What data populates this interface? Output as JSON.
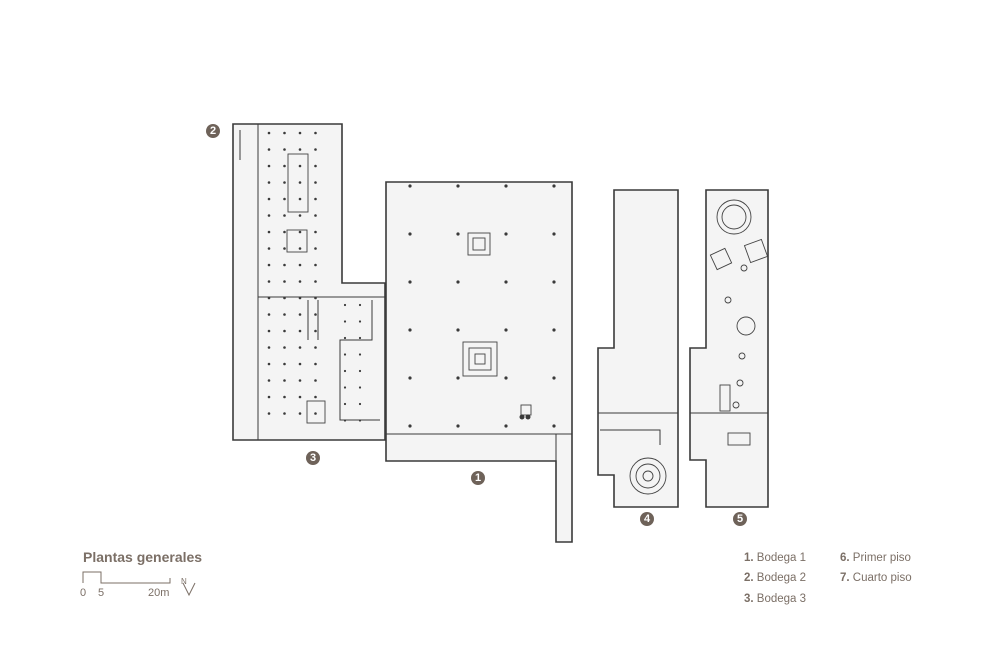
{
  "title": "Plantas generales",
  "scale": {
    "labels": [
      "0",
      "5",
      "20m"
    ]
  },
  "north_label": "N",
  "plan_markers": [
    "1",
    "2",
    "3",
    "4",
    "5"
  ],
  "legend": [
    {
      "num": "1.",
      "label": "Bodega 1"
    },
    {
      "num": "2.",
      "label": "Bodega 2"
    },
    {
      "num": "3.",
      "label": "Bodega 3"
    },
    {
      "num": "6.",
      "label": "Primer piso"
    },
    {
      "num": "7.",
      "label": "Cuarto piso"
    }
  ],
  "colors": {
    "text": "#7b6f66",
    "badge": "#6e6259",
    "line": "#3a3a3a"
  }
}
